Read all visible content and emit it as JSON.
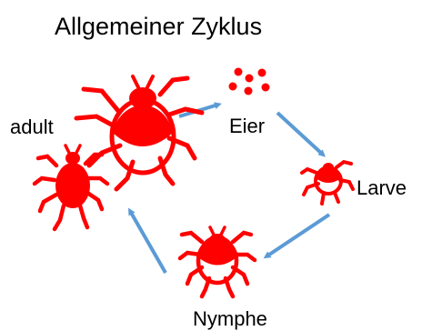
{
  "diagram": {
    "title": "Allgemeiner Zyklus",
    "stages": {
      "adult": "adult",
      "eggs": "Eier",
      "larva": "Larve",
      "nymph": "Nymphe"
    },
    "colors": {
      "tick": "#ff0000",
      "arrow": "#5b9bd5",
      "text": "#000000",
      "background": "#ffffff"
    }
  }
}
